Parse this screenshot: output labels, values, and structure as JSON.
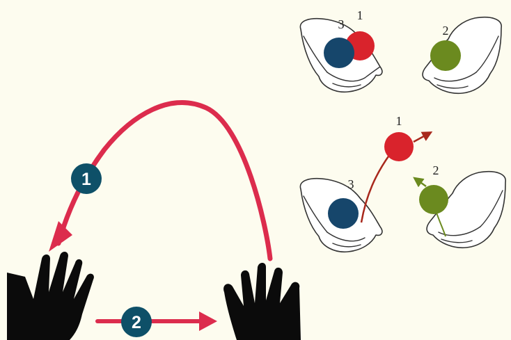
{
  "colors": {
    "background": "#fdfcef",
    "arrow_red": "#dc2c4d",
    "dark_red_arrow": "#a8281c",
    "badge_teal": "#0e5068",
    "ball_red": "#d9232c",
    "ball_blue": "#16466b",
    "ball_green": "#6b8a1f",
    "hand_black": "#0b0b0b"
  },
  "left_diagram": {
    "step_badges": [
      {
        "label": "1",
        "icon": "number-badge-icon"
      },
      {
        "label": "2",
        "icon": "number-badge-icon"
      }
    ],
    "hands": [
      "left-hand-silhouette-icon",
      "right-hand-silhouette-icon"
    ],
    "arrows": [
      "throw-arc-arrow-icon",
      "pass-straight-arrow-icon"
    ]
  },
  "top_panel": {
    "balls": [
      {
        "label": "3",
        "color": "blue"
      },
      {
        "label": "1",
        "color": "red"
      },
      {
        "label": "2",
        "color": "green"
      }
    ]
  },
  "bottom_panel": {
    "balls": [
      {
        "label": "1",
        "color": "red"
      },
      {
        "label": "3",
        "color": "blue"
      },
      {
        "label": "2",
        "color": "green"
      }
    ]
  }
}
